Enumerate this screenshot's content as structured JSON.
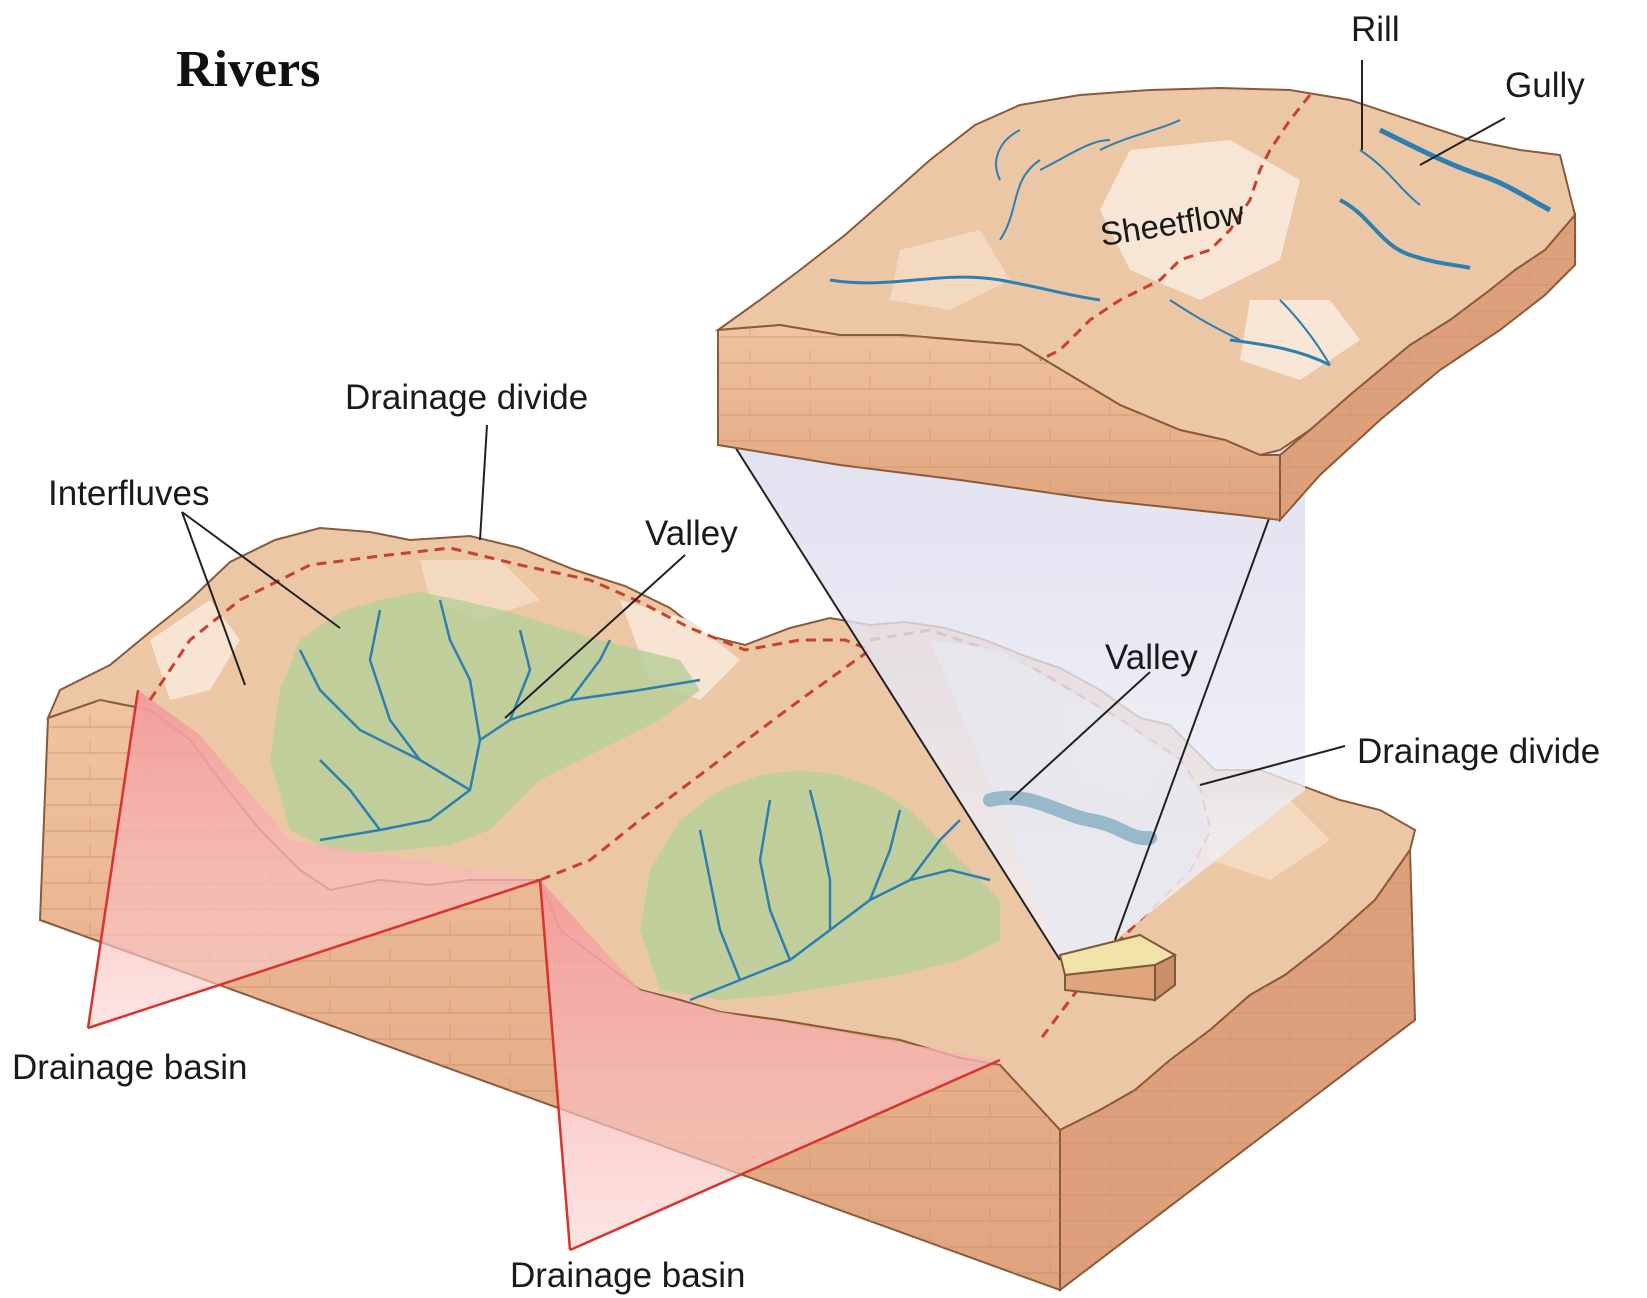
{
  "title": "Rivers",
  "labels": {
    "rill": "Rill",
    "gully": "Gully",
    "sheetflow": "Sheetflow",
    "drainage_divide_top": "Drainage divide",
    "interfluves": "Interfluves",
    "valley_main": "Valley",
    "valley_right": "Valley",
    "drainage_divide_right": "Drainage divide",
    "drainage_basin_left": "Drainage basin",
    "drainage_basin_bottom": "Drainage basin"
  },
  "colors": {
    "terrain_top": "#ecc7a6",
    "terrain_highlight": "#f7e4d2",
    "terrain_side": "#e3a87f",
    "terrain_side_dark": "#c98f68",
    "valley_green": "#b8cf9a",
    "river_blue": "#2d7fb0",
    "divide_dash": "#c9402b",
    "basin_pink": "#f2a3a3",
    "zoom_cone": "#e6e6f2",
    "leader_line": "#222222"
  }
}
